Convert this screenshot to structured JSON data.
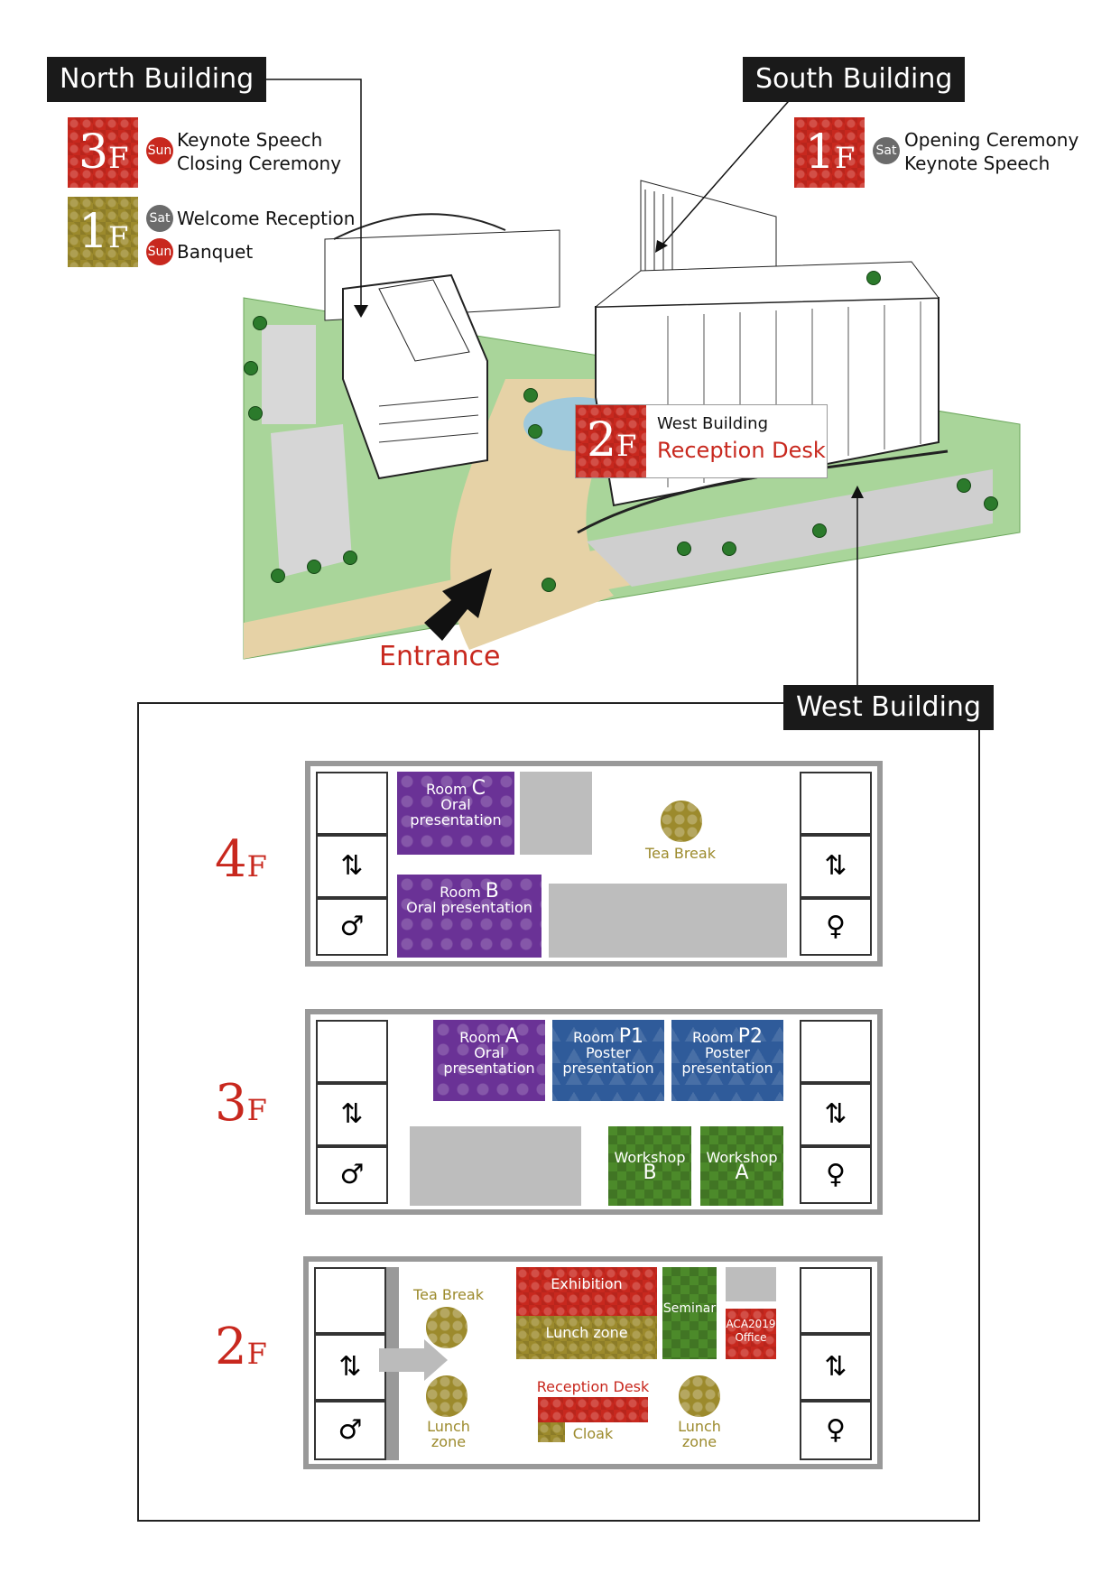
{
  "colors": {
    "red": "#c8281e",
    "olive": "#9c8a2c",
    "purple": "#6a3296",
    "blue": "#2f5b9a",
    "green": "#4c8a2a",
    "grey": "#bdbdbd",
    "label_bg": "#1a1a1a"
  },
  "north": {
    "title": "North Building",
    "floor3": {
      "num": "3",
      "unit": "F",
      "day": "Sun",
      "events": [
        "Keynote Speech",
        "Closing Ceremony"
      ]
    },
    "floor1": {
      "num": "1",
      "unit": "F",
      "events": [
        {
          "day": "Sat",
          "label": "Welcome Reception"
        },
        {
          "day": "Sun",
          "label": "Banquet"
        }
      ]
    }
  },
  "south": {
    "title": "South Building",
    "floor1": {
      "num": "1",
      "unit": "F",
      "day": "Sat",
      "events": [
        "Opening Ceremony",
        "Keynote Speech"
      ]
    }
  },
  "map": {
    "west_callout": {
      "num": "2",
      "unit": "F",
      "building": "West Building",
      "desk": "Reception Desk"
    },
    "entrance": "Entrance"
  },
  "west": {
    "title": "West Building",
    "f4": {
      "num": "4",
      "unit": "F",
      "roomC": {
        "name": "Room",
        "id": "C",
        "type": "Oral presentation"
      },
      "roomB": {
        "name": "Room",
        "id": "B",
        "type": "Oral presentation"
      },
      "tea": "Tea Break"
    },
    "f3": {
      "num": "3",
      "unit": "F",
      "roomA": {
        "name": "Room",
        "id": "A",
        "type": "Oral presentation"
      },
      "roomP1": {
        "name": "Room",
        "id": "P1",
        "type": "Poster presentation"
      },
      "roomP2": {
        "name": "Room",
        "id": "P2",
        "type": "Poster presentation"
      },
      "wsB": {
        "name": "Workshop",
        "id": "B"
      },
      "wsA": {
        "name": "Workshop",
        "id": "A"
      }
    },
    "f2": {
      "num": "2",
      "unit": "F",
      "tea": "Tea Break",
      "exhibition": "Exhibition",
      "lunch": "Lunch zone",
      "seminar": "Seminar",
      "office": "ACA2019 Office",
      "reception": "Reception Desk",
      "cloak": "Cloak",
      "lunch_left": "Lunch zone",
      "lunch_right": "Lunch zone"
    }
  }
}
